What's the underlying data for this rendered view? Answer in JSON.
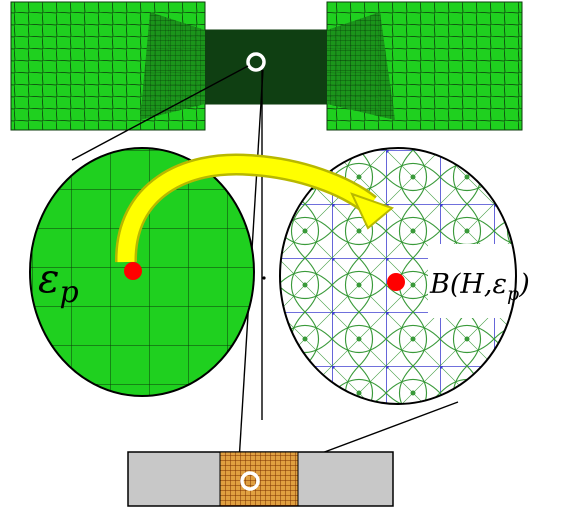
{
  "labels": {
    "left_symbol": "ε",
    "left_subscript": "p",
    "right_prefix": "B(H,",
    "right_symbol": "ε",
    "right_subscript": "p",
    "right_suffix": ")"
  },
  "colors": {
    "fe_mesh_green": "#1fd01f",
    "fe_mesh_lines": "#0b3a0b",
    "dense_region": "#0f3f12",
    "marker_white": "#ffffff",
    "point_red": "#ff0000",
    "arrow_yellow": "#ffff00",
    "arrow_outline": "#b8b800",
    "lattice_blue": "#4040d0",
    "lattice_green": "#3a9a3a",
    "strip_gray": "#c8c8c8",
    "strip_hatch": "#b05a00",
    "strip_hatch_bg": "#e0a040"
  },
  "icons": [
    "point-marker-ring",
    "magnify-arrow",
    "material-point-dot"
  ]
}
